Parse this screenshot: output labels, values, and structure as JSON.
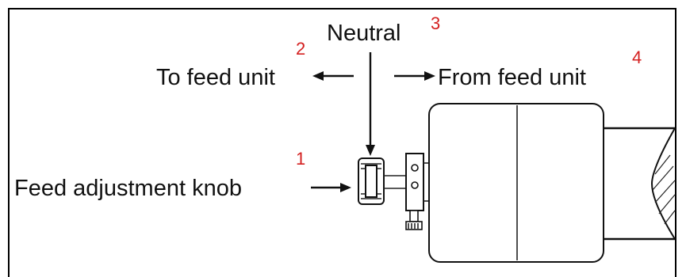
{
  "labels": {
    "neutral": "Neutral",
    "to_feed_unit": "To feed unit",
    "from_feed_unit": "From feed unit",
    "feed_adjustment_knob": "Feed adjustment knob"
  },
  "callouts": {
    "knob": "1",
    "to_feed_unit": "2",
    "neutral": "3",
    "from_feed_unit": "4"
  },
  "colors": {
    "callout": "#d42020",
    "line": "#111111"
  }
}
